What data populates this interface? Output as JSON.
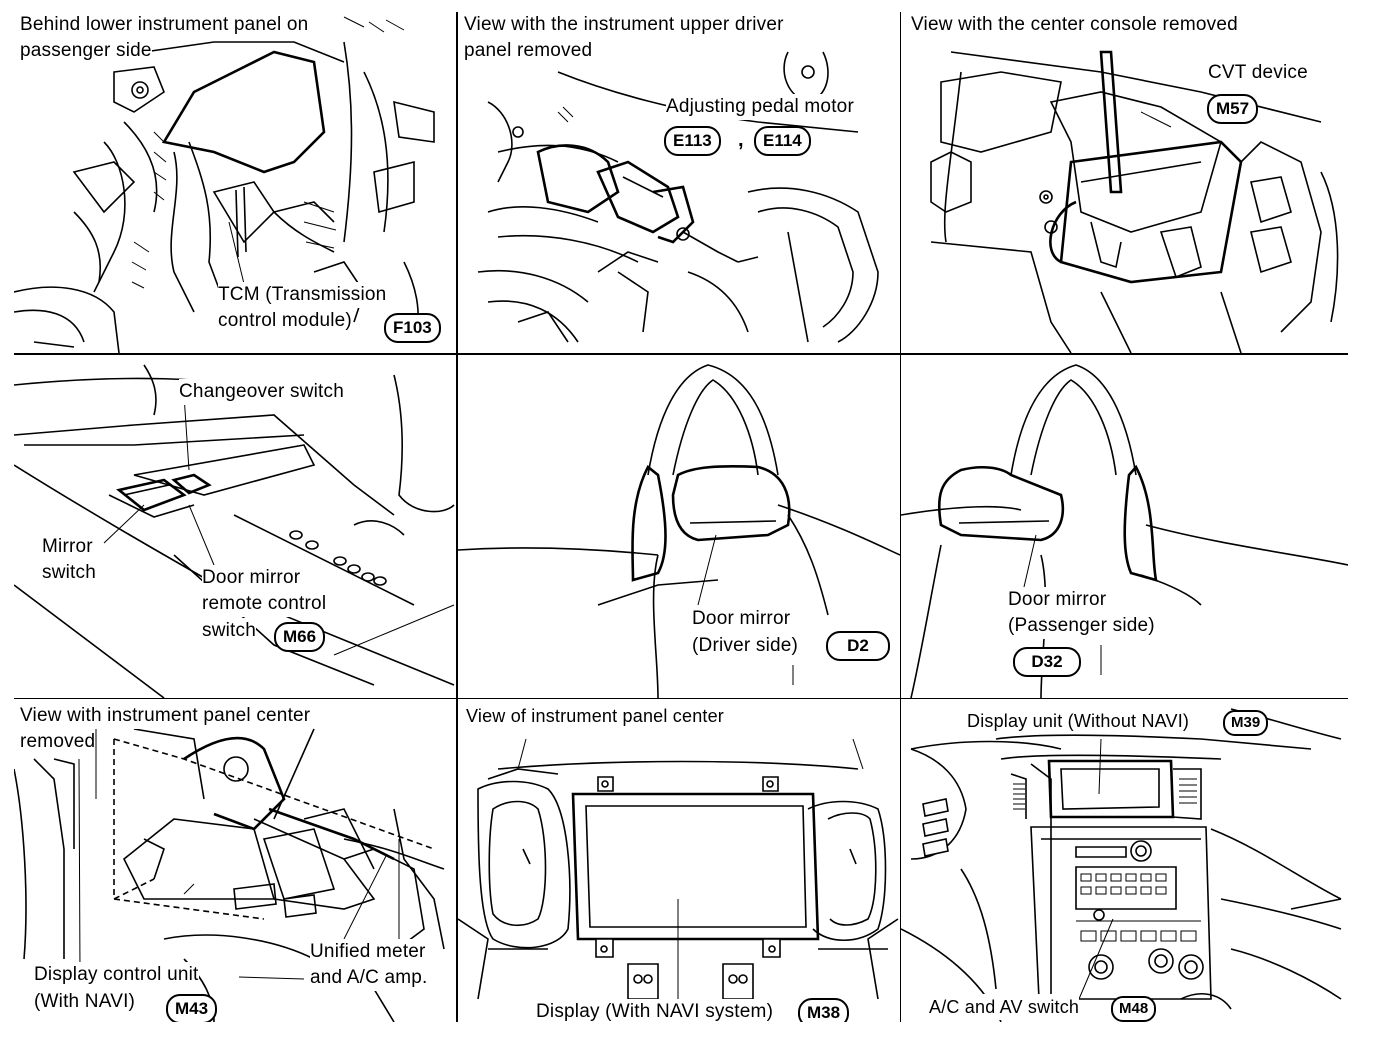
{
  "panels": {
    "tcm": {
      "title_line1": "Behind lower instrument panel on",
      "title_line2": "passenger side",
      "label_line1": "TCM (Transmission",
      "label_line2": "control module)",
      "connector": "F103"
    },
    "pedal": {
      "title_line1": "View with the instrument upper driver",
      "title_line2": "panel removed",
      "label": "Adjusting pedal motor",
      "connector_1": "E113",
      "separator": ",",
      "connector_2": "E114"
    },
    "cvt": {
      "title": "View with the center console removed",
      "label": "CVT device",
      "connector": "M57"
    },
    "mirror_switch": {
      "changeover_label": "Changeover switch",
      "mirror_label_line1": "Mirror",
      "mirror_label_line2": "switch",
      "remote_label_line1": "Door mirror",
      "remote_label_line2": "remote control",
      "remote_label_line3": "switch",
      "connector": "M66"
    },
    "driver_mirror": {
      "label_line1": "Door mirror",
      "label_line2": "(Driver side)",
      "connector": "D2"
    },
    "passenger_mirror": {
      "label_line1": "Door mirror",
      "label_line2": "(Passenger side)",
      "connector": "D32"
    },
    "display_control": {
      "title_line1": "View with instrument panel center",
      "title_line2": "removed",
      "label_line1": "Display control unit",
      "label_line2": "(With NAVI)",
      "connector": "M43",
      "meter_label_line1": "Unified meter",
      "meter_label_line2": "and A/C amp."
    },
    "display_navi": {
      "title": "View of instrument panel center",
      "label": "Display (With NAVI system)",
      "connector": "M38"
    },
    "display_unit": {
      "label": "Display unit (Without NAVI)",
      "connector_1": "M39",
      "switch_label": "A/C and AV switch",
      "connector_2": "M48"
    }
  }
}
